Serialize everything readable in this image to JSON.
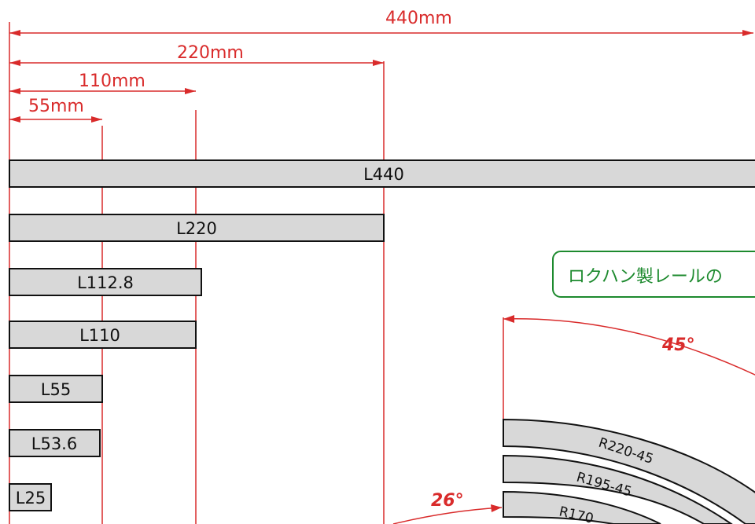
{
  "dimensions": {
    "d440": "440mm",
    "d220": "220mm",
    "d110": "110mm",
    "d55": "55mm"
  },
  "straight_rails": {
    "l440": "L440",
    "l220": "L220",
    "l112_8": "L112.8",
    "l110": "L110",
    "l55": "L55",
    "l53_6": "L53.6",
    "l25": "L25"
  },
  "note": "ロクハン製レールの",
  "angles": {
    "a45": "45°",
    "a26": "26°"
  },
  "curve_rails": {
    "r220": "R220-45",
    "r195": "R195-45",
    "r170": "R170"
  },
  "colors": {
    "dimension": "#d92b2b",
    "rail_fill": "#d8d8d8",
    "rail_stroke": "#111111",
    "note": "#1d8a2e"
  }
}
